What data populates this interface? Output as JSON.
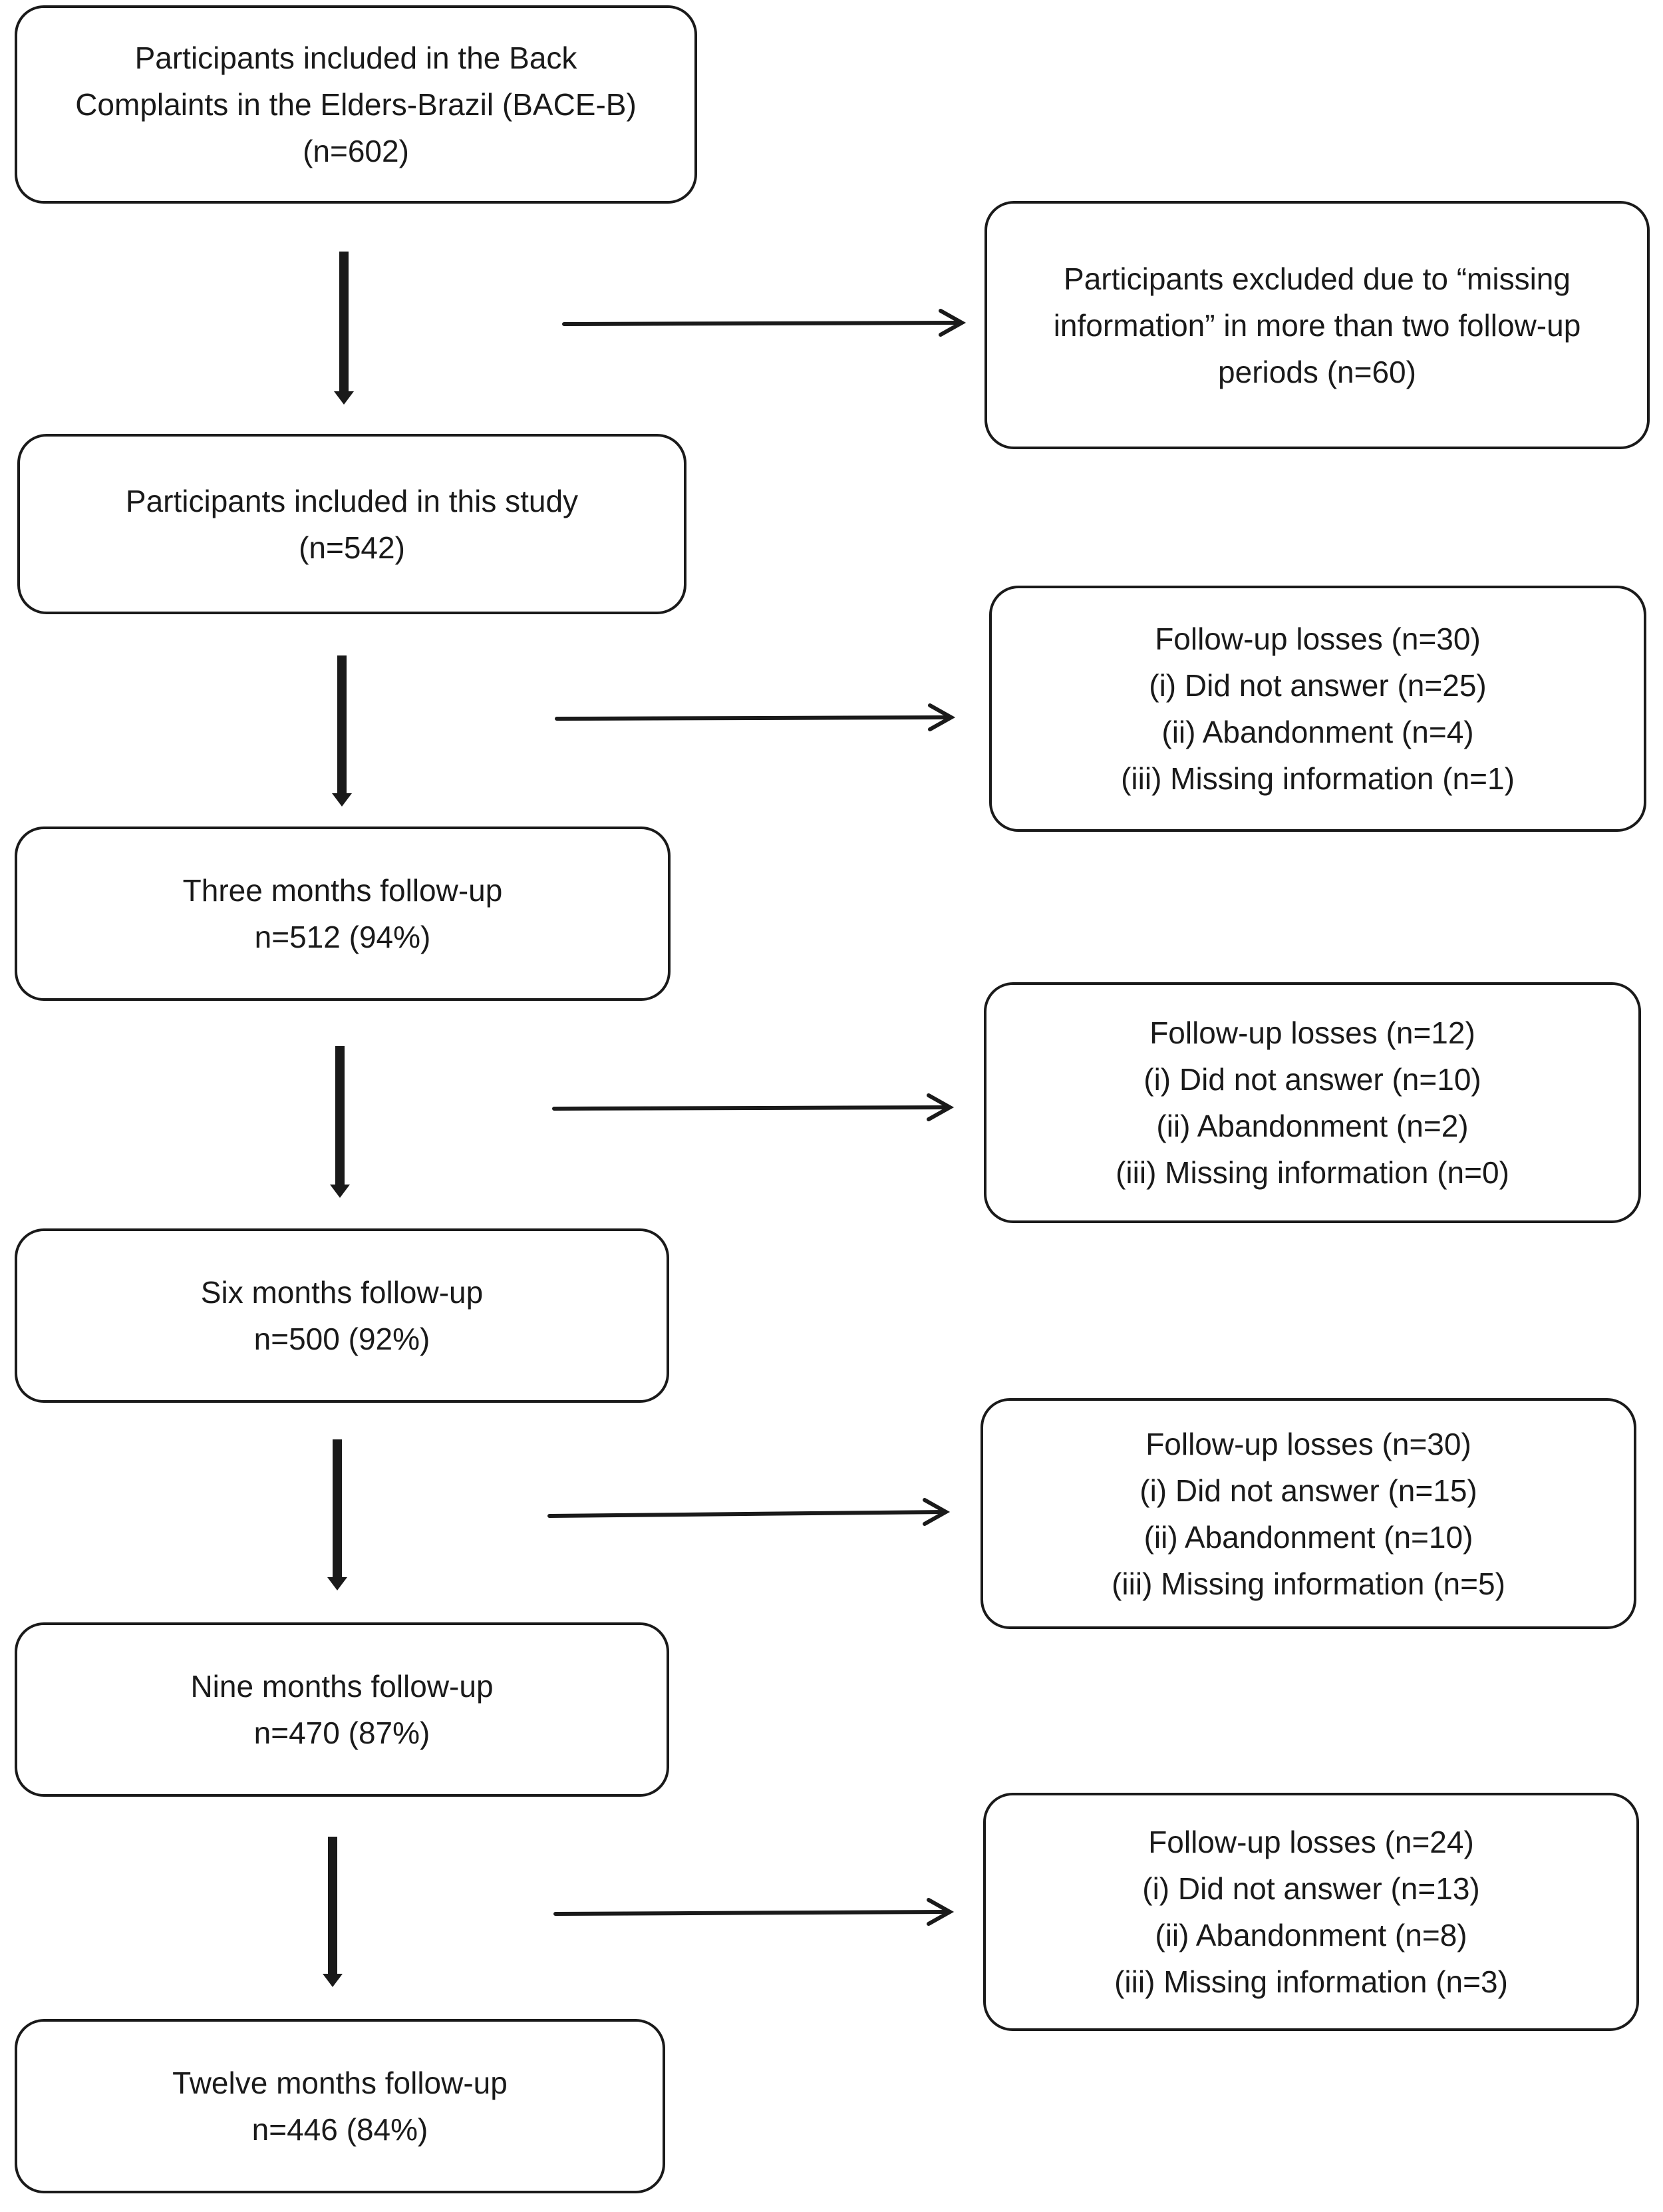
{
  "diagram": {
    "bace": {
      "line1": "Participants included in the Back",
      "line2": "Complaints in the Elders-Brazil (BACE-B)",
      "line3": "(n=602)"
    },
    "excluded": {
      "line1": "Participants excluded due to “missing",
      "line2": "information” in more than two follow-up",
      "line3": "periods (n=60)"
    },
    "study": {
      "line1": "Participants included in this study",
      "line2": "(n=542)"
    },
    "losses_3m": {
      "title": "Follow-up losses (n=30)",
      "item1": "(i) Did not answer (n=25)",
      "item2": "(ii) Abandonment (n=4)",
      "item3": "(iii) Missing information (n=1)"
    },
    "month3": {
      "title": "Three months follow-up",
      "count": "n=512 (94%)"
    },
    "losses_6m": {
      "title": "Follow-up losses (n=12)",
      "item1": "(i) Did not answer (n=10)",
      "item2": "(ii) Abandonment (n=2)",
      "item3": "(iii) Missing information (n=0)"
    },
    "month6": {
      "title": "Six months follow-up",
      "count": "n=500 (92%)"
    },
    "losses_9m": {
      "title": "Follow-up losses (n=30)",
      "item1": "(i) Did not answer (n=15)",
      "item2": "(ii) Abandonment (n=10)",
      "item3": "(iii) Missing information (n=5)"
    },
    "month9": {
      "title": "Nine months follow-up",
      "count": "n=470 (87%)"
    },
    "losses_12m": {
      "title": "Follow-up losses (n=24)",
      "item1": "(i) Did not answer (n=13)",
      "item2": "(ii) Abandonment (n=8)",
      "item3": "(iii) Missing information (n=3)"
    },
    "month12": {
      "title": "Twelve months follow-up",
      "count": "n=446 (84%)"
    }
  }
}
